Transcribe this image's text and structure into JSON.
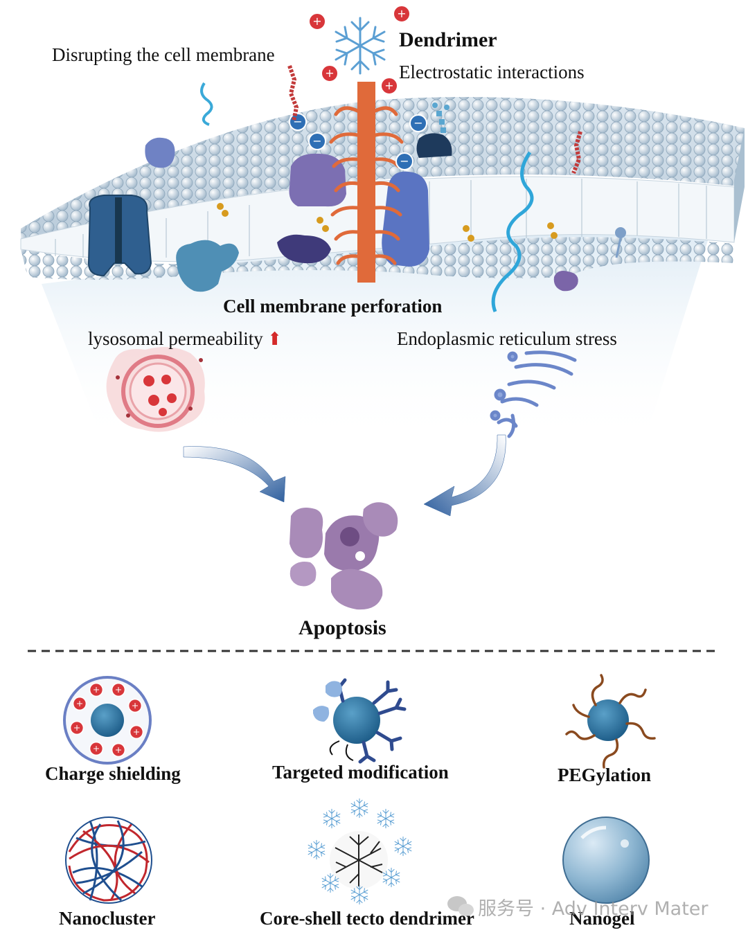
{
  "mechanism": {
    "disrupting": "Disrupting the cell membrane",
    "dendrimer": "Dendrimer",
    "electrostatic": "Electrostatic interactions",
    "perforation": "Cell membrane perforation",
    "lysosomal": "lysosomal permeability",
    "er_stress": "Endoplasmic reticulum stress",
    "apoptosis": "Apoptosis"
  },
  "strategies": [
    {
      "label": "Charge shielding",
      "icon": "charge-shielding-icon"
    },
    {
      "label": "Targeted modification",
      "icon": "targeted-modification-icon"
    },
    {
      "label": "PEGylation",
      "icon": "pegylation-icon"
    },
    {
      "label": "Nanocluster",
      "icon": "nanocluster-icon"
    },
    {
      "label": "Core-shell tecto dendrimer",
      "icon": "core-shell-tecto-dendrimer-icon"
    },
    {
      "label": "Nanogel",
      "icon": "nanogel-icon"
    }
  ],
  "watermark": "服务号 · Adv Interv Mater",
  "colors": {
    "membrane_head": "#c9d9e6",
    "cation": "#d8363a",
    "anion": "#2e6fb5",
    "dendrimer_core": "#e06a3a",
    "arrow": "#2f5f9e",
    "apoptosis_cell": "#a98bb8",
    "lysosome": "#e9a3a9"
  }
}
